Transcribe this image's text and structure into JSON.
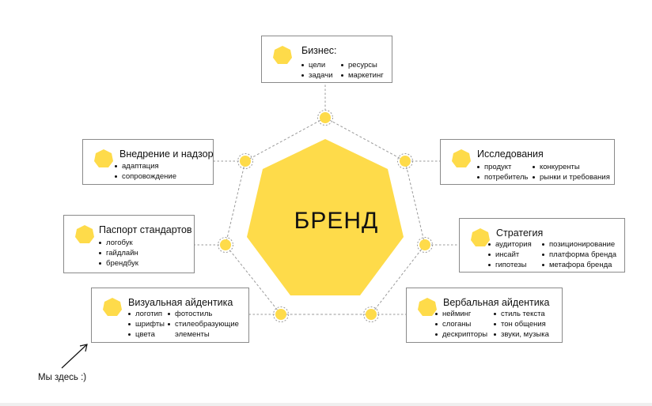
{
  "center": {
    "label": "БРЕНД"
  },
  "here_label": "Мы здесь :)",
  "colors": {
    "accent": "#fedb4a",
    "line": "#9a9a9a",
    "border": "#8a8a8a"
  },
  "nodes": [
    {
      "key": "business",
      "title": "Бизнес:",
      "col1": [
        "цели",
        "задачи"
      ],
      "col2": [
        "ресурсы",
        "маркетинг"
      ]
    },
    {
      "key": "research",
      "title": "Исследования",
      "col1": [
        "продукт",
        "потребитель"
      ],
      "col2": [
        "конкуренты",
        "рынки и требования"
      ]
    },
    {
      "key": "strategy",
      "title": "Стратегия",
      "col1": [
        "аудитория",
        "инсайт",
        "гипотезы"
      ],
      "col2": [
        "позиционирование",
        "платформа бренда",
        "метафора бренда"
      ]
    },
    {
      "key": "verbal",
      "title": "Вербальная айдентика",
      "col1": [
        "нейминг",
        "слоганы",
        "дескрипторы"
      ],
      "col2": [
        "стиль текста",
        "тон общения",
        "звуки, музыка"
      ]
    },
    {
      "key": "visual",
      "title": "Визуальная айдентика",
      "col1": [
        "логотип",
        "шрифты",
        "цвета"
      ],
      "col2": [
        "фотостиль",
        "стилеобразующие элементы"
      ]
    },
    {
      "key": "standards",
      "title": "Паспорт стандартов",
      "col1": [
        "логобук",
        "гайдлайн",
        "брендбук"
      ],
      "col2": []
    },
    {
      "key": "implementation",
      "title": "Внедрение и надзор",
      "col1": [
        "адаптация",
        "сопровождение"
      ],
      "col2": []
    }
  ]
}
